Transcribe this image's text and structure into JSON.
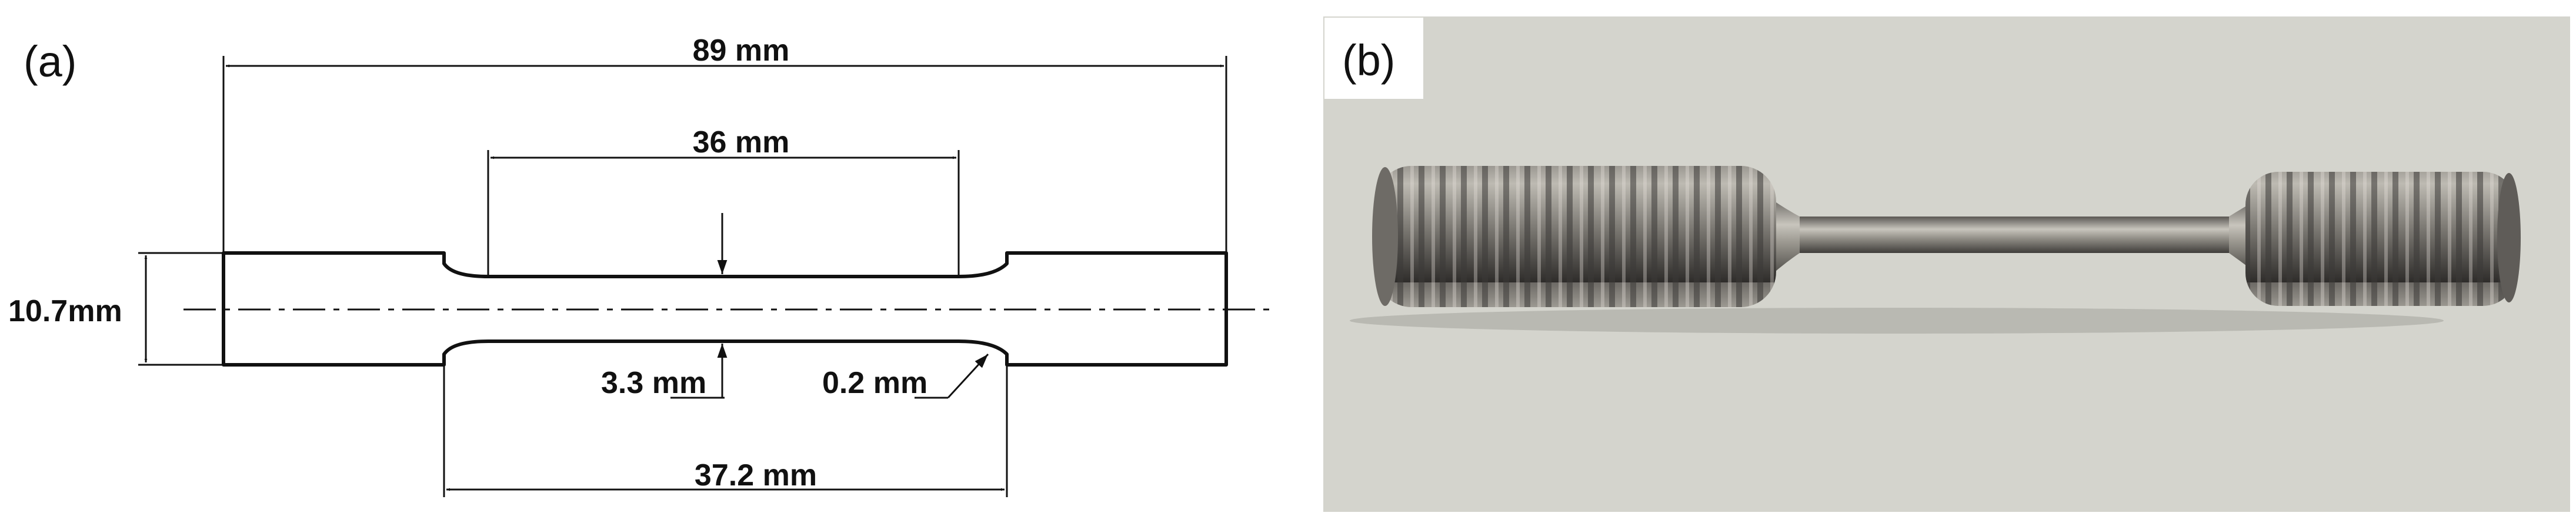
{
  "panel_a": {
    "label": "(a)",
    "dimensions": {
      "overall_length": "89 mm",
      "gauge_length": "36 mm",
      "reduced_section_length": "37.2 mm",
      "grip_diameter": "10.7mm",
      "gauge_diameter": "3.3 mm",
      "fillet_radius": "0.2 mm"
    }
  },
  "panel_b": {
    "label": "(b)"
  },
  "colors": {
    "line": "#111111",
    "photo_background": "#d9d9d2",
    "metal_dark": "#4a4845",
    "metal_light": "#c4c1b9"
  }
}
